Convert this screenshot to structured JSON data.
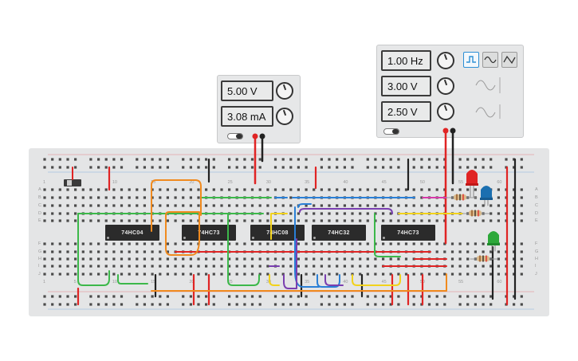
{
  "power_supply": {
    "voltage": "5.00 V",
    "current": "3.08 mA",
    "icons": [
      "voltage-knob-icon",
      "current-knob-icon",
      "power-toggle-icon"
    ]
  },
  "function_generator": {
    "frequency": "1.00 Hz",
    "amplitude": "3.00 V",
    "dc_offset": "2.50 V",
    "waveforms": [
      "square",
      "sine",
      "triangle"
    ],
    "selected_waveform": "square"
  },
  "breadboard": {
    "column_numbers": [
      "1",
      "5",
      "10",
      "15",
      "20",
      "25",
      "30",
      "35",
      "40",
      "45",
      "50",
      "55",
      "60"
    ],
    "row_labels_top": [
      "A",
      "B",
      "C",
      "D",
      "E"
    ],
    "row_labels_bottom": [
      "F",
      "G",
      "H",
      "I",
      "J"
    ],
    "chips": [
      "74HC04",
      "74HC73",
      "74HC08",
      "74HC32",
      "74HC73"
    ]
  },
  "colors": {
    "wire_red": "#e02424",
    "wire_black": "#222222",
    "wire_green": "#3cb84a",
    "wire_orange": "#f08a1e",
    "wire_yellow": "#f2d21b",
    "wire_blue": "#2a7fd6",
    "wire_purple": "#7a3fb0",
    "wire_magenta": "#d63aa8",
    "led_red": "#e02424",
    "led_blue": "#1b6fb0",
    "led_green": "#2da83a"
  }
}
